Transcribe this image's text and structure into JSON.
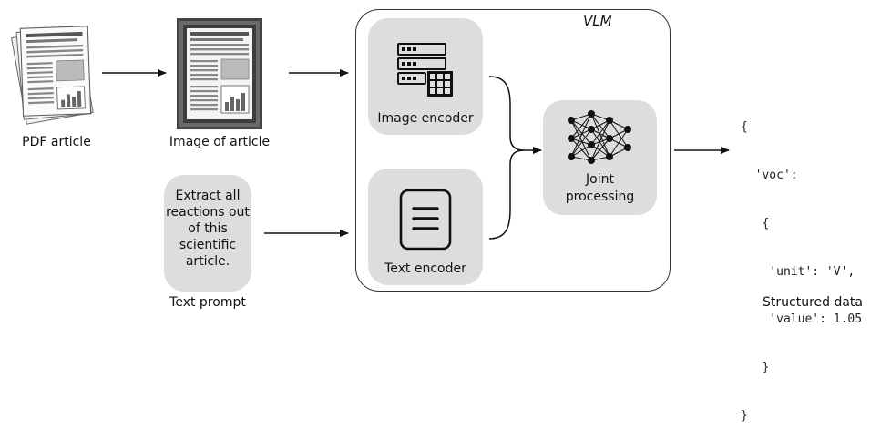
{
  "labels": {
    "pdf_article": "PDF article",
    "image_of_article": "Image of article",
    "text_prompt": "Text prompt",
    "vlm": "VLM",
    "image_encoder": "Image encoder",
    "text_encoder": "Text encoder",
    "joint_processing_line1": "Joint",
    "joint_processing_line2": "processing",
    "structured_data": "Structured data"
  },
  "prompt_lines": [
    "Extract all",
    "reactions out",
    "of this",
    "scientific",
    "article."
  ],
  "json_lines": [
    "{",
    "  'voc':",
    "   {",
    "    'unit': 'V',",
    "    'value': 1.05",
    "   }",
    "}"
  ],
  "icons": [
    "documents-icon",
    "framed-article-icon",
    "server-grid-icon",
    "document-lines-icon",
    "neural-network-icon"
  ]
}
